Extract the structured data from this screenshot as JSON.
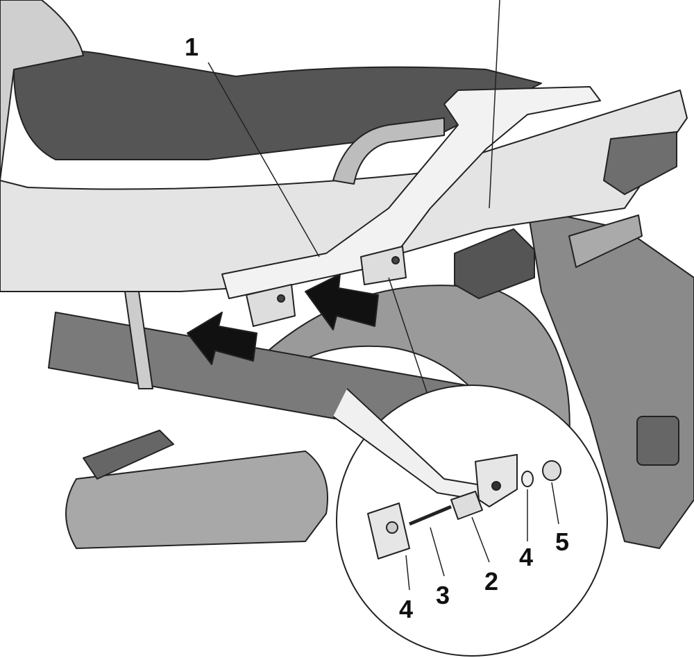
{
  "callouts": {
    "rack": "1",
    "spacer": "2",
    "bolt": "3",
    "washer_left": "4",
    "washer_right": "4",
    "nut": "5"
  },
  "colors": {
    "outline": "#222222",
    "body_light": "#e6e6e6",
    "body_mid": "#bdbdbd",
    "body_dark": "#6e6e6e",
    "seat": "#555555"
  }
}
